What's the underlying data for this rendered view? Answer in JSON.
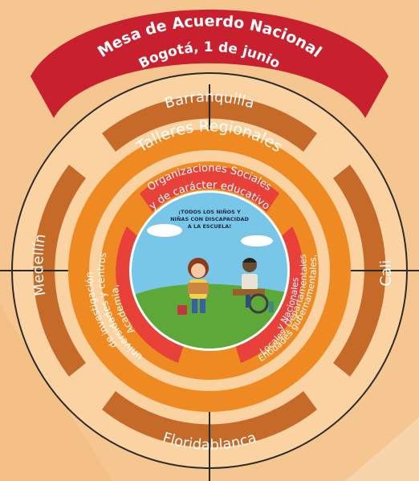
{
  "title": {
    "line1": "Mesa de Acuerdo Nacional",
    "line2": "Bogotá, 1 de junio"
  },
  "cities": {
    "top": "Barranquilla",
    "bottom": "Floridablanca",
    "left": "Medellín",
    "right": "Cali"
  },
  "regional_label": "Talleres Regionales",
  "sectors": {
    "top_line1": "Organizaciones Sociales",
    "top_line2": "y de carácter educativo",
    "left_line1": "Academia,",
    "left_line2": "universidades y centros",
    "left_line3": "de investigación",
    "right_line1": "Entidades gubernamentales,",
    "right_line2": "Locales, Departamentales",
    "right_line3": "y Nacionales"
  },
  "center": {
    "line1": "¡TODOS LOS NIÑOS Y",
    "line2": "NIÑAS CON DISCAPACIDAD",
    "line3": "A LA ESCUELA!"
  },
  "colors": {
    "background": "#f6c690",
    "title_band": "#c8202f",
    "city_band": "#c66a2a",
    "outer_ring": "#fbd3a2",
    "regional_ring": "#ef8a23",
    "sector_band": "#e8413a",
    "center_sky": "#78c7e8",
    "center_grass": "#5ea83a"
  }
}
